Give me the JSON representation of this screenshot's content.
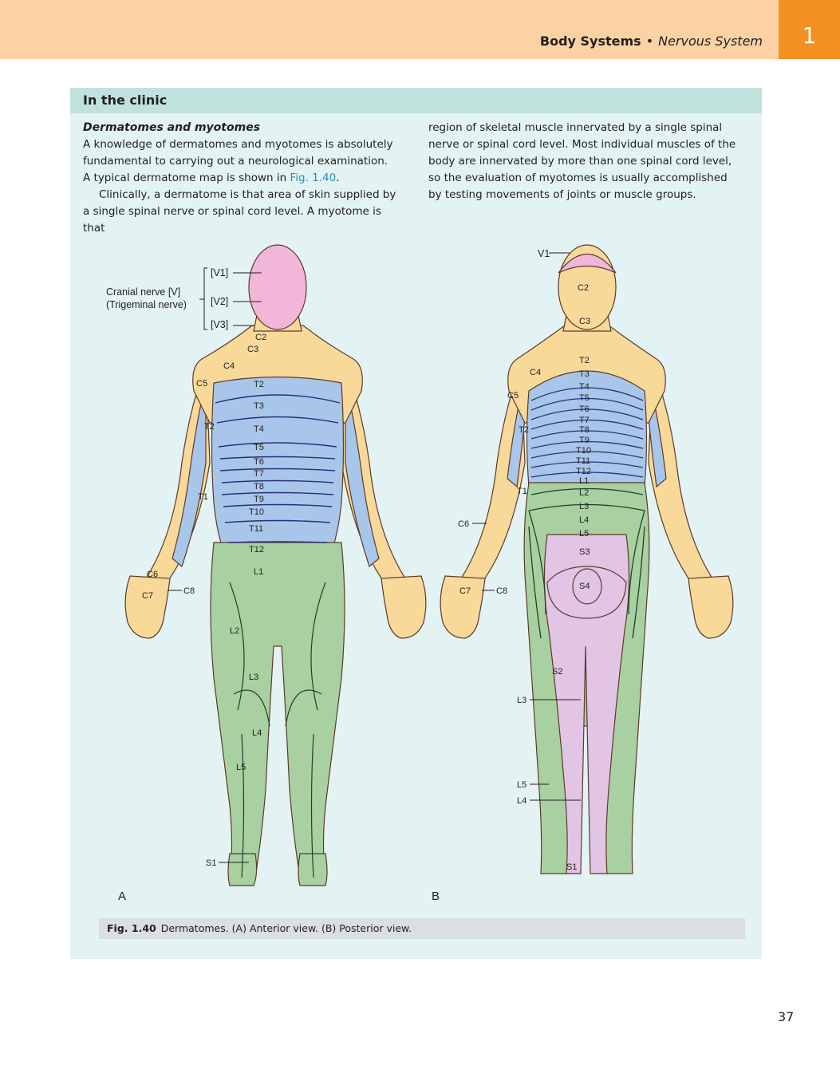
{
  "header": {
    "system": "Body Systems",
    "separator": "•",
    "subsystem": "Nervous System",
    "chapter": "1"
  },
  "box": {
    "title": "In the clinic",
    "subheading": "Dermatomes and myotomes",
    "para1": "A knowledge of dermatomes and myotomes is absolutely fundamental to carrying out a neurological examination.",
    "para2_pre": "A typical dermatome map is shown in ",
    "para2_link": "Fig. 1.40",
    "para2_post": ".",
    "para3": "Clinically, a dermatome is that area of skin supplied by a single spinal nerve or spinal cord level. A myotome is that",
    "para4": "region of skeletal muscle innervated by a single spinal nerve or spinal cord level. Most individual muscles of the body are innervated by more than one spinal cord level, so the evaluation of myotomes is usually accomplished by testing movements of joints or muscle groups."
  },
  "figure": {
    "panel_a": "A",
    "panel_b": "B",
    "cranial_nerve": "Cranial nerve [V]",
    "trigeminal": "(Trigeminal nerve)",
    "v1": "[V1]",
    "v2": "[V2]",
    "v3": "[V3]",
    "anterior_labels": {
      "c2": "C2",
      "c3": "C3",
      "c4": "C4",
      "c5": "C5",
      "t2": "T2",
      "t2b": "T2",
      "t3": "T3",
      "t4": "T4",
      "t5": "T5",
      "t6": "T6",
      "t7": "T7",
      "t8": "T8",
      "t9": "T9",
      "t10": "T10",
      "t11": "T11",
      "t12": "T12",
      "t1": "T1",
      "l1": "L1",
      "c6": "C6",
      "c7": "C7",
      "c8": "C8",
      "l2": "L2",
      "l3": "L3",
      "l4": "L4",
      "l5": "L5",
      "s1": "S1"
    },
    "posterior_labels": {
      "v1": "V1",
      "c2": "C2",
      "c3": "C3",
      "c4": "C4",
      "c5": "C5",
      "t2": "T2",
      "t1": "T1",
      "c6": "C6",
      "c7": "C7",
      "c8": "C8",
      "spine": [
        "T2",
        "T3",
        "T4",
        "T5",
        "T6",
        "T7",
        "T8",
        "T9",
        "T10",
        "T11",
        "T12",
        "L1",
        "L2",
        "L3",
        "L4",
        "L5"
      ],
      "s3": "S3",
      "s4": "S4",
      "s2": "S2",
      "l3": "L3",
      "l5": "L5",
      "l4": "L4",
      "s1": "S1"
    },
    "colors": {
      "cranial": "#f2b7d8",
      "cervical": "#f9d99a",
      "thoracic": "#a8c6ea",
      "lumbar": "#a9d0a0",
      "sacral": "#e2c4e4"
    }
  },
  "caption": {
    "label": "Fig. 1.40",
    "text": "Dermatomes. (A) Anterior view. (B) Posterior view."
  },
  "page_number": "37"
}
